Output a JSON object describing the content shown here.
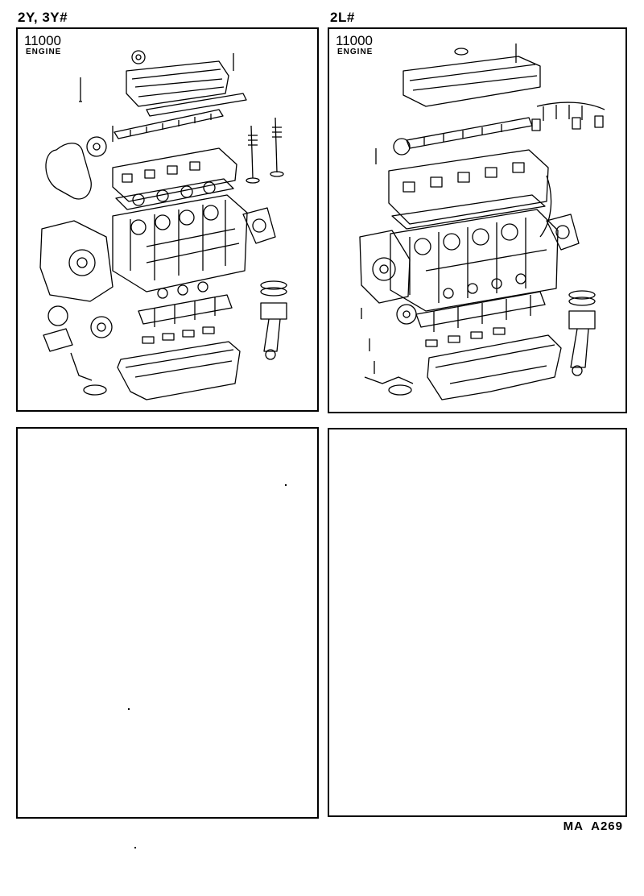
{
  "headers": {
    "left": "2Y, 3Y#",
    "right": "2L#"
  },
  "panels": [
    {
      "code": "11000",
      "name": "ENGINE"
    },
    {
      "code": "11000",
      "name": "ENGINE"
    }
  ],
  "footer": {
    "ref": "MA  A269"
  },
  "colors": {
    "ink": "#000000",
    "paper": "#ffffff"
  }
}
